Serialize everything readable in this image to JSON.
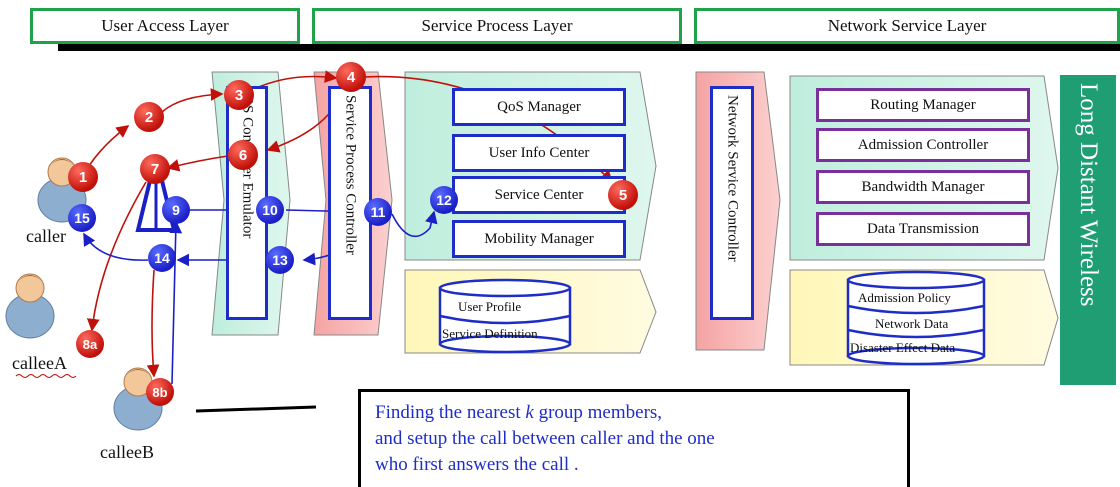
{
  "layers": {
    "user_access": "User Access Layer",
    "service_process": "Service Process Layer",
    "network_service": "Network Service Layer"
  },
  "components": {
    "bs_emulator": "BS Controller Emulator",
    "service_process_controller": "Service Process Controller",
    "network_service_controller": "Network Service Controller",
    "qos_manager": "QoS Manager",
    "user_info_center": "User Info Center",
    "service_center": "Service Center",
    "mobility_manager": "Mobility Manager",
    "routing_manager": "Routing Manager",
    "admission_controller": "Admission Controller",
    "bandwidth_manager": "Bandwidth Manager",
    "data_transmission": "Data Transmission",
    "long_distant_wireless": "Long Distant Wireless"
  },
  "databases": {
    "service_db": [
      "User Profile",
      "Service Definition"
    ],
    "network_db": [
      "Admission Policy",
      "Network Data",
      "Disaster Effect Data"
    ]
  },
  "people": {
    "caller": "caller",
    "callee_a": "calleeA",
    "callee_b": "calleeB"
  },
  "steps": {
    "s1": "1",
    "s2": "2",
    "s3": "3",
    "s4": "4",
    "s5": "5",
    "s6": "6",
    "s7": "7",
    "s8a": "8a",
    "s8b": "8b",
    "s9": "9",
    "s10": "10",
    "s11": "11",
    "s12": "12",
    "s13": "13",
    "s14": "14",
    "s15": "15"
  },
  "note": {
    "line1_pre": "Finding the nearest ",
    "line1_k": "k",
    "line1_post": " group members,",
    "line2": "and setup the call between caller and the one",
    "line3": "who first answers the call ."
  },
  "colors": {
    "layer_border": "#1fa34a",
    "component_border": "#1e2dc8",
    "network_component_border": "#7a2f9a",
    "step_red": "#c0100a",
    "step_blue": "#1b1fc6",
    "banner": "#1f9e74"
  }
}
